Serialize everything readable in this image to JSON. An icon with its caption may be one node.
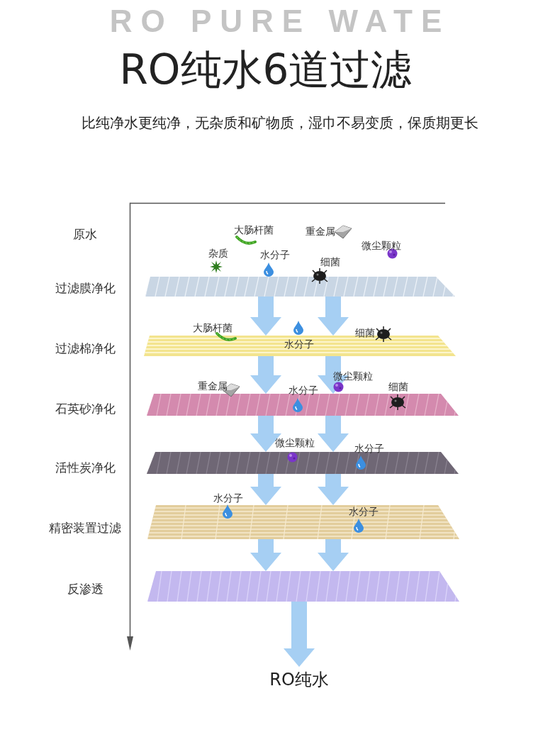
{
  "diagram": {
    "title": "RO纯水6道过滤",
    "nodes": [
      {
        "text": [],
        "shape": "box",
        "beside": [
          "过滤膜净化"
        ]
      },
      {
        "text": [],
        "shape": "box",
        "beside": [
          "过滤棉净化"
        ]
      },
      {
        "text": [],
        "shape": "box",
        "beside": [
          "石英砂净化"
        ]
      },
      {
        "text": [],
        "shape": "box",
        "beside": [
          "活性炭净化"
        ]
      },
      {
        "text": [],
        "shape": "box",
        "beside": [
          "精密装置过滤"
        ]
      },
      {
        "text": [],
        "shape": "box",
        "beside": [
          "反渗透"
        ]
      },
      {
        "text": [
          "RO纯水"
        ]
      }
    ],
    "edges": [
      {
        "from": 0,
        "to": 1,
        "arrow": "to"
      },
      {
        "from": 0,
        "to": 1,
        "arrow": "to"
      },
      {
        "from": 1,
        "to": 2,
        "arrow": "to"
      },
      {
        "from": 1,
        "to": 2,
        "arrow": "to"
      },
      {
        "from": 2,
        "to": 3,
        "arrow": "to"
      },
      {
        "from": 2,
        "to": 3,
        "arrow": "to"
      },
      {
        "from": 3,
        "to": 4,
        "arrow": "to"
      },
      {
        "from": 3,
        "to": 4,
        "arrow": "to"
      },
      {
        "from": 4,
        "to": 5,
        "arrow": "to"
      },
      {
        "from": 4,
        "to": 5,
        "arrow": "to"
      },
      {
        "from": 5,
        "to": 6,
        "arrow": "to"
      }
    ],
    "labels": [
      "RO PURE WATE",
      "比纯净水更纯净，无杂质和矿物质，湿巾不易变质，保质期更长",
      "原水",
      "大肠杆菌",
      "重金属",
      "微尘颗粒",
      "杂质",
      "水分子",
      "细菌",
      "大肠杆菌",
      "水分子",
      "细菌",
      "重金属",
      "微尘颗粒",
      "水分子",
      "细菌",
      "微尘颗粒",
      "水分子",
      "水分子",
      "水分子"
    ]
  }
}
